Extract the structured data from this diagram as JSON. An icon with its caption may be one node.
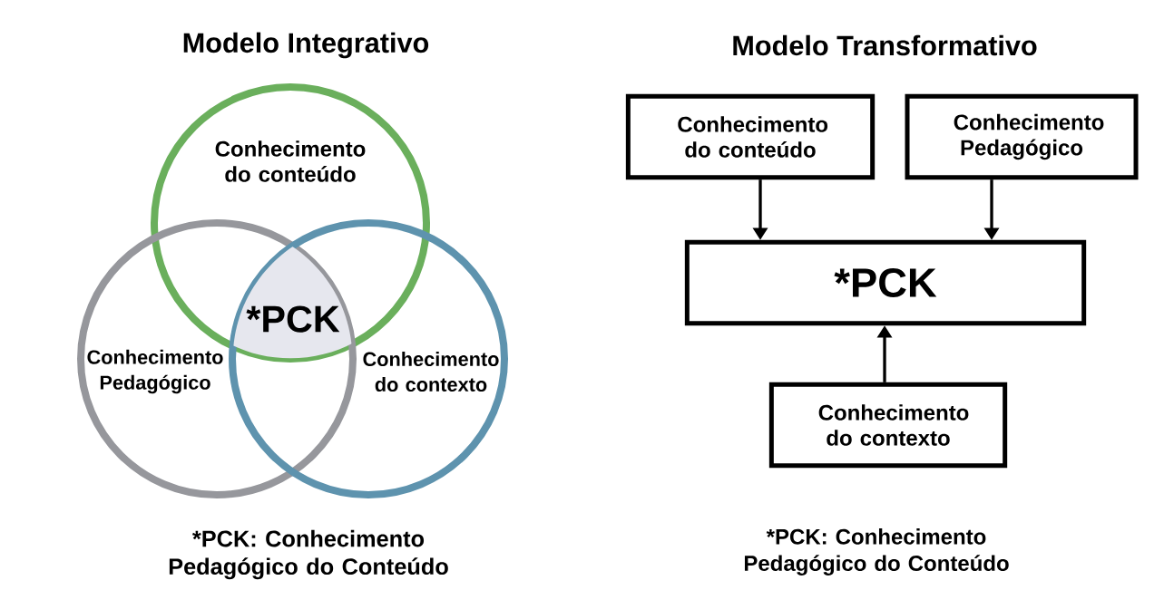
{
  "diagram": {
    "nodes": [
      {
        "text": [
          "Conhecimento do conteúdo"
        ]
      },
      {
        "text": [
          "Conhecimento Pedagógico"
        ]
      },
      {
        "text": [
          "Conhecimento do contexto"
        ]
      },
      {
        "text": [
          "*PCK"
        ]
      },
      {
        "text": [
          "Conhecimento do conteúdo"
        ]
      },
      {
        "text": [
          "Conhecimento Pedagógico"
        ]
      },
      {
        "text": [
          "*PCK"
        ]
      },
      {
        "text": [
          "Conhecimento do contexto"
        ]
      }
    ],
    "edges": [
      {
        "from": 4,
        "to": 6,
        "arrow": "to"
      },
      {
        "from": 5,
        "to": 6,
        "arrow": "to"
      },
      {
        "from": 7,
        "to": 6,
        "arrow": "to"
      }
    ],
    "labels": [
      "Modelo Integrativo",
      "Modelo Transformativo",
      "*PCK: Conhecimento Pedagógico do Conteúdo",
      "*PCK: Conhecimento Pedagógico do Conteúdo"
    ]
  }
}
